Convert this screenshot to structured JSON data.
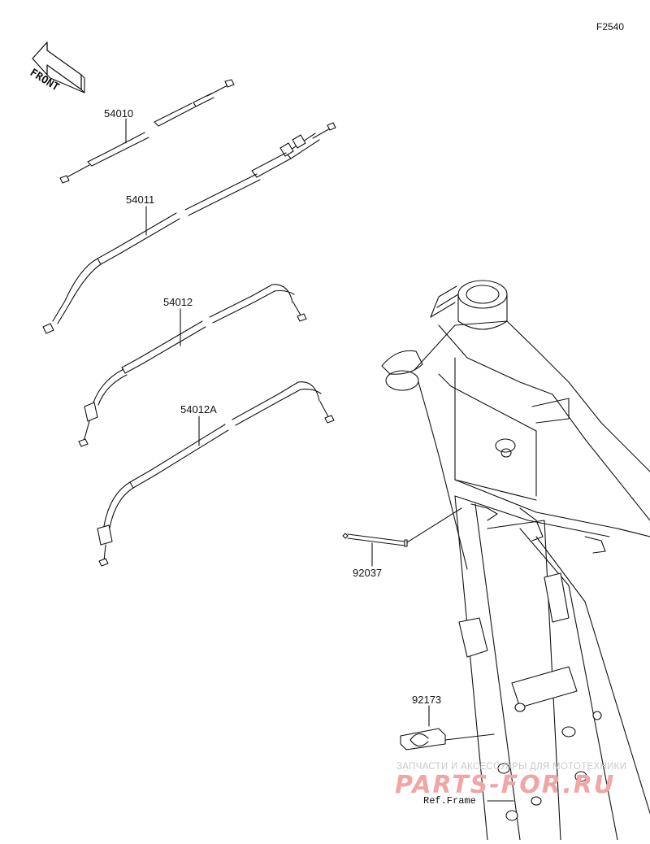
{
  "figure_code": "F2540",
  "front_label": "FRONT",
  "parts": [
    {
      "number": "54010"
    },
    {
      "number": "54011"
    },
    {
      "number": "54012"
    },
    {
      "number": "54012A"
    },
    {
      "number": "92037"
    },
    {
      "number": "92173"
    }
  ],
  "reference_label": "Ref.Frame",
  "watermark": {
    "line1": "ЗАПЧАСТИ И АКСЕССУАРЫ ДЛЯ МОТОТЕХНИКИ",
    "line2": "PARTS-FOR.RU"
  },
  "colors": {
    "line": "#111111",
    "watermark_text": "#f2a5a5"
  }
}
